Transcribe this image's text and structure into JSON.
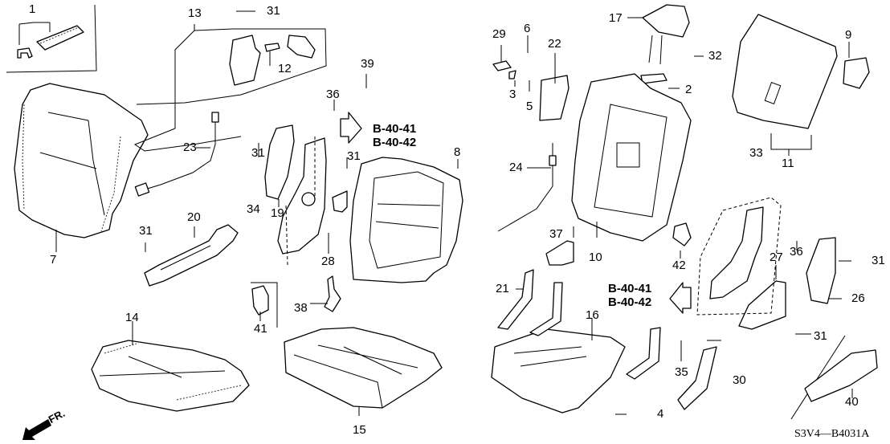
{
  "diagram": {
    "title_code": "S3V4—B4031A",
    "front_indicator": "FR.",
    "references": [
      {
        "id": "ref-upper",
        "lines": [
          "B-40-41",
          "B-40-42"
        ]
      },
      {
        "id": "ref-lower",
        "lines": [
          "B-40-41",
          "B-40-42"
        ]
      }
    ],
    "callouts": [
      {
        "num": "1"
      },
      {
        "num": "2"
      },
      {
        "num": "3"
      },
      {
        "num": "4"
      },
      {
        "num": "5"
      },
      {
        "num": "6"
      },
      {
        "num": "7"
      },
      {
        "num": "8"
      },
      {
        "num": "9"
      },
      {
        "num": "10"
      },
      {
        "num": "11"
      },
      {
        "num": "12"
      },
      {
        "num": "13"
      },
      {
        "num": "14"
      },
      {
        "num": "15"
      },
      {
        "num": "16"
      },
      {
        "num": "17"
      },
      {
        "num": "19"
      },
      {
        "num": "20"
      },
      {
        "num": "21"
      },
      {
        "num": "22"
      },
      {
        "num": "23"
      },
      {
        "num": "24"
      },
      {
        "num": "26"
      },
      {
        "num": "27"
      },
      {
        "num": "28"
      },
      {
        "num": "29"
      },
      {
        "num": "30"
      },
      {
        "num": "31"
      },
      {
        "num": "31"
      },
      {
        "num": "31"
      },
      {
        "num": "31"
      },
      {
        "num": "31"
      },
      {
        "num": "31"
      },
      {
        "num": "32"
      },
      {
        "num": "33"
      },
      {
        "num": "34"
      },
      {
        "num": "35"
      },
      {
        "num": "36"
      },
      {
        "num": "36"
      },
      {
        "num": "37"
      },
      {
        "num": "38"
      },
      {
        "num": "39"
      },
      {
        "num": "40"
      },
      {
        "num": "41"
      },
      {
        "num": "42"
      }
    ]
  }
}
